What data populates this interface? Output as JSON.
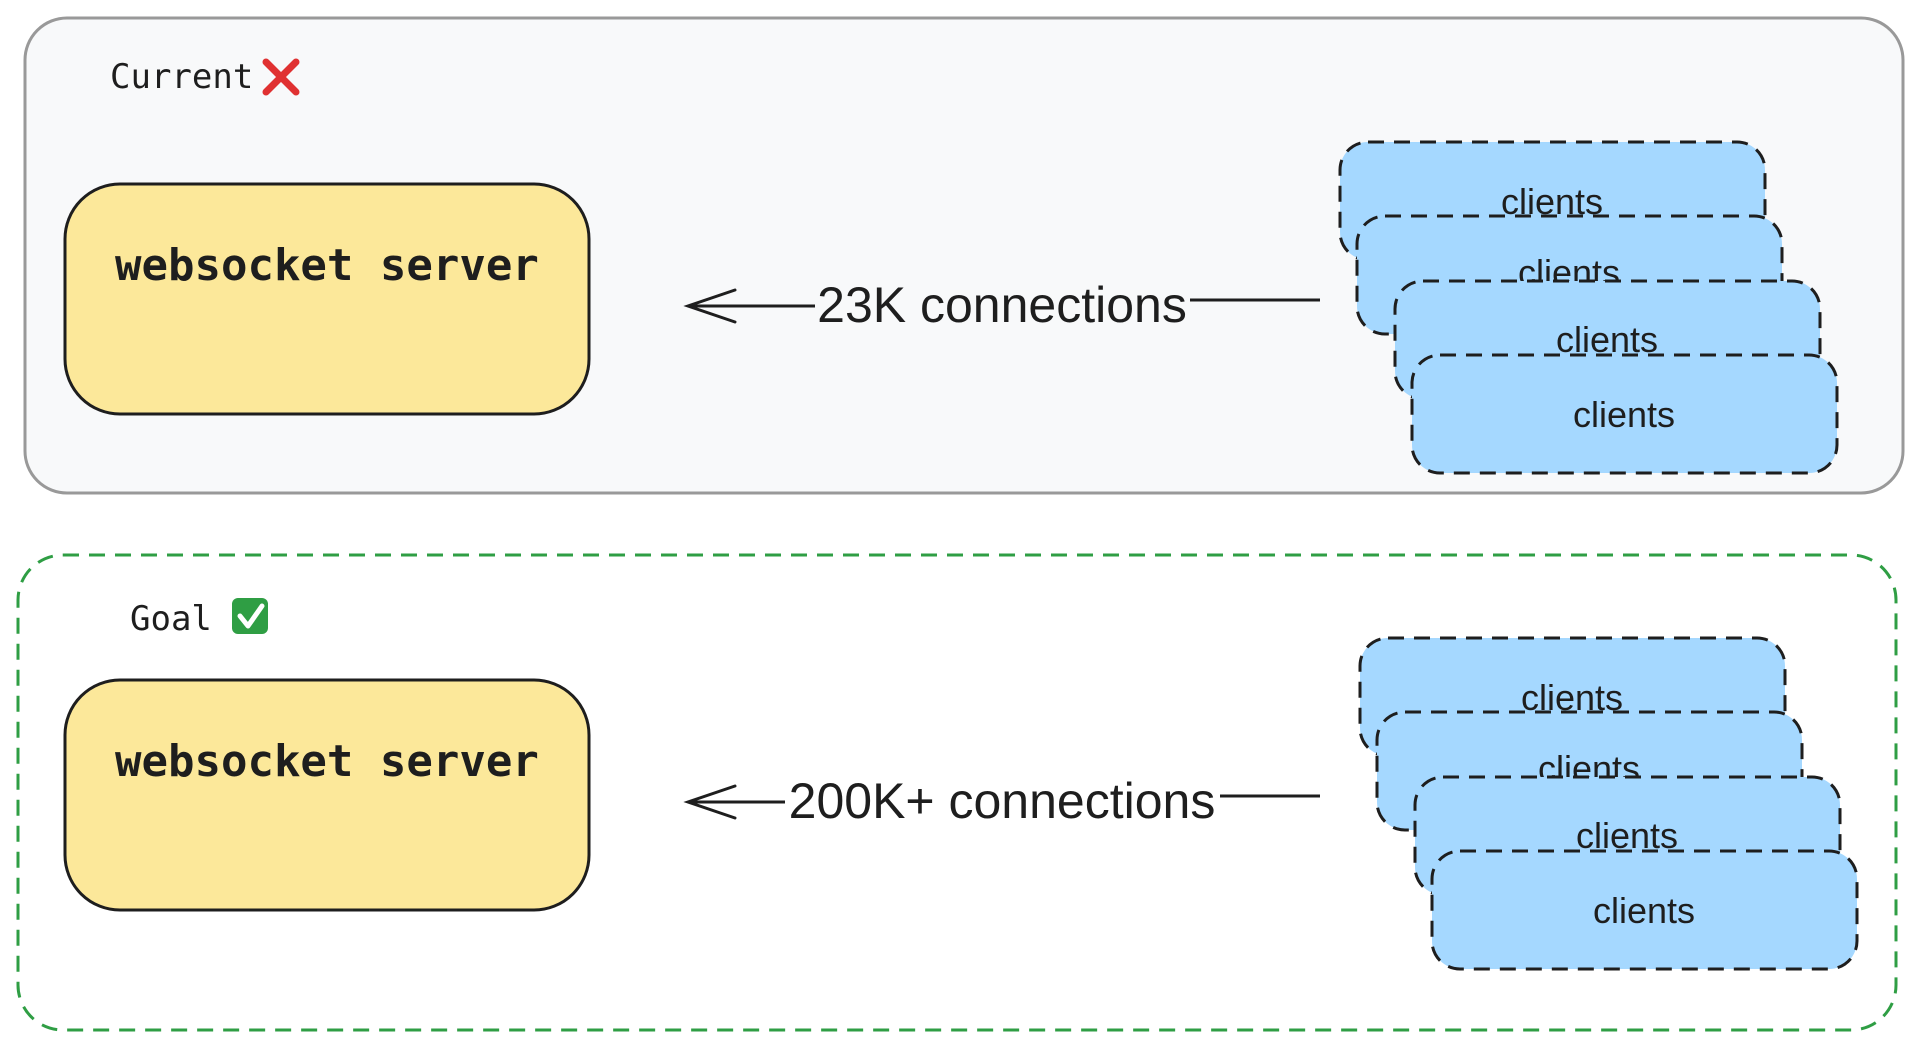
{
  "sections": [
    {
      "title": "Current",
      "status_icon": "cross-mark-icon",
      "status_color": "#e03131",
      "frame_style": "solid",
      "frame_color": "#999999",
      "frame_fill": "#f8f9fa",
      "server_label": "websocket server",
      "connections_label": "23K connections",
      "clients": [
        "clients",
        "clients",
        "clients",
        "clients"
      ]
    },
    {
      "title": "Goal",
      "status_icon": "check-mark-button-icon",
      "status_color": "#2f9e44",
      "frame_style": "dashed",
      "frame_color": "#2f9e44",
      "frame_fill": "#ffffff",
      "server_label": "websocket server",
      "connections_label": "200K+ connections",
      "clients": [
        "clients",
        "clients",
        "clients",
        "clients"
      ]
    }
  ],
  "colors": {
    "server_fill": "#fce89a",
    "client_fill": "#a5d8ff",
    "stroke": "#1e1e1e"
  }
}
